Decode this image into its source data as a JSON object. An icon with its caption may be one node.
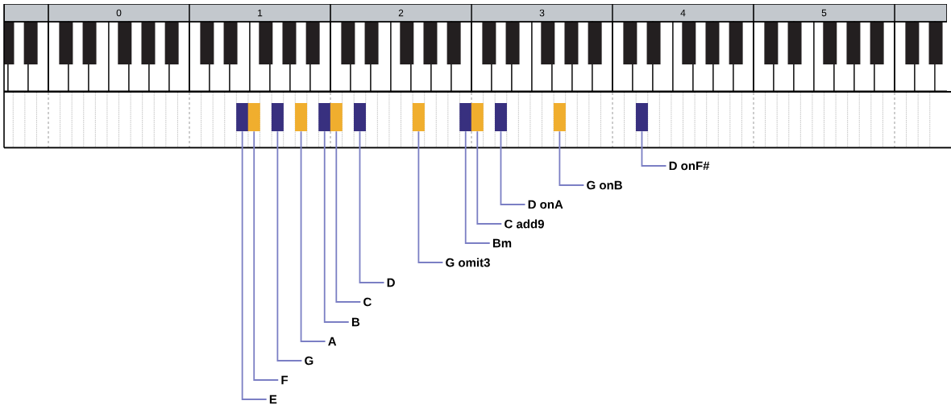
{
  "diagram": {
    "nodes": [
      {
        "text": [],
        "shape": "bar"
      },
      {
        "text": [],
        "shape": "bar"
      },
      {
        "text": [],
        "shape": "bar"
      },
      {
        "text": [],
        "shape": "bar"
      },
      {
        "text": [],
        "shape": "bar"
      },
      {
        "text": [],
        "shape": "bar"
      },
      {
        "text": [],
        "shape": "bar"
      },
      {
        "text": [],
        "shape": "bar"
      },
      {
        "text": [],
        "shape": "bar"
      },
      {
        "text": [],
        "shape": "bar"
      },
      {
        "text": [],
        "shape": "bar"
      },
      {
        "text": [],
        "shape": "bar"
      },
      {
        "text": [],
        "shape": "bar"
      },
      {
        "text": [
          "D onF#"
        ]
      },
      {
        "text": [
          "G onB"
        ]
      },
      {
        "text": [
          "D onA"
        ]
      },
      {
        "text": [
          "C add9"
        ]
      },
      {
        "text": [
          "Bm"
        ]
      },
      {
        "text": [
          "G omit3"
        ]
      },
      {
        "text": [
          "D"
        ]
      },
      {
        "text": [
          "C"
        ]
      },
      {
        "text": [
          "B"
        ]
      },
      {
        "text": [
          "A"
        ]
      },
      {
        "text": [
          "G"
        ]
      },
      {
        "text": [
          "F"
        ]
      },
      {
        "text": [
          "E"
        ]
      }
    ],
    "edges": [
      {
        "from": 13,
        "to": 12,
        "arrow": "none"
      },
      {
        "from": 14,
        "to": 11,
        "arrow": "none"
      },
      {
        "from": 15,
        "to": 10,
        "arrow": "none"
      },
      {
        "from": 16,
        "to": 9,
        "arrow": "none"
      },
      {
        "from": 17,
        "to": 8,
        "arrow": "none"
      },
      {
        "from": 18,
        "to": 7,
        "arrow": "none"
      },
      {
        "from": 19,
        "to": 6,
        "arrow": "none"
      },
      {
        "from": 20,
        "to": 5,
        "arrow": "none"
      },
      {
        "from": 21,
        "to": 4,
        "arrow": "none"
      },
      {
        "from": 22,
        "to": 3,
        "arrow": "none"
      },
      {
        "from": 23,
        "to": 2,
        "arrow": "none"
      },
      {
        "from": 24,
        "to": 1,
        "arrow": "none"
      },
      {
        "from": 25,
        "to": 0,
        "arrow": "none"
      }
    ],
    "labels": [
      "0",
      "1",
      "2",
      "3",
      "4",
      "5"
    ]
  }
}
